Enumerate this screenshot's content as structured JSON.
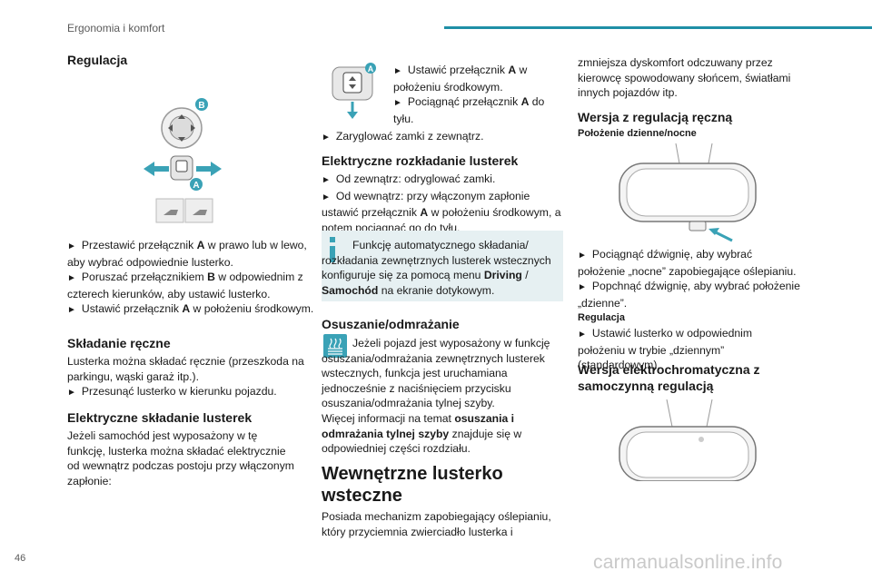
{
  "header": {
    "section": "Ergonomia i komfort"
  },
  "page_number": "46",
  "watermark": "carmanualsonline.info",
  "left": {
    "heading_regulacja": "Regulacja",
    "steps": [
      "Przestawić przełącznik ",
      "A",
      " w prawo lub w lewo, aby wybrać odpowiednie lusterko.",
      "Poruszać przełącznikiem ",
      "B",
      " w odpowiednim z czterech kierunków, aby ustawić lusterko.",
      "Ustawić przełącznik ",
      "A",
      " w położeniu środkowym."
    ],
    "heading_manual": "Składanie ręczne",
    "manual_text": "Lusterka można składać ręcznie (przeszkoda na parkingu, wąski garaż itp.).",
    "manual_step": "Przesunąć lusterko w kierunku pojazdu.",
    "heading_electric": "Elektryczne składanie lusterek",
    "electric_text": "Jeżeli samochód jest wyposażony w tę funkcję, lusterka można składać elektrycznie od wewnątrz podczas postoju przy włączonym zapłonie:",
    "label_a": "A",
    "label_b": "B"
  },
  "middle": {
    "top_step1_a": "Ustawić przełącznik ",
    "top_step1_b": "A",
    "top_step1_c": " w położeniu środkowym.",
    "top_step2_a": "Pociągnąć przełącznik ",
    "top_step2_b": "A",
    "top_step2_c": " do tyłu.",
    "lock_step": "Zaryglować zamki z zewnątrz.",
    "heading_unfold": "Elektryczne rozkładanie lusterek",
    "unfold_step1": "Od zewnątrz: odryglować zamki.",
    "unfold_step2_a": "Od wewnątrz: przy włączonym zapłonie ustawić przełącznik ",
    "unfold_step2_b": "A",
    "unfold_step2_c": " w położeniu środkowym, a potem pociągnąć go do tyłu.",
    "note_a": "Funkcję automatycznego składania/ rozkładania zewnętrznych lusterek wstecznych konfiguruje się za pomocą menu ",
    "note_b": "Driving",
    "note_c": " / ",
    "note_d": "Samochód",
    "note_e": " na ekranie dotykowym.",
    "heading_defrost": "Osuszanie/odmrażanie",
    "defrost_a": "Jeżeli pojazd jest wyposażony w funkcję osuszania/odmrażania zewnętrznych lusterek wstecznych, funkcja jest uruchamiana jednocześnie z naciśnięciem przycisku osuszania/odmrażania tylnej szyby.",
    "defrost_b": "Więcej informacji na temat ",
    "defrost_c": "osuszania i odmrażania tylnej szyby",
    "defrost_d": " znajduje się w odpowiedniej części rozdziału.",
    "heading_inner": "Wewnętrzne lusterko wsteczne",
    "inner_text": "Posiada mechanizm zapobiegający oślepianiu, który przyciemnia zwierciadło lusterka i",
    "label_a": "A"
  },
  "right": {
    "cont_text": "zmniejsza dyskomfort odczuwany przez kierowcę spowodowany słońcem, światłami innych pojazdów itp.",
    "heading_manual": "Wersja z regulacją ręczną",
    "sub_daynight": "Położenie dzienne/nocne",
    "step1": "Pociągnąć dźwignię, aby wybrać położenie „nocne” zapobiegające oślepianiu.",
    "step2": "Popchnąć dźwignię, aby wybrać położenie „dzienne”.",
    "sub_reg": "Regulacja",
    "step3": "Ustawić lusterko w odpowiednim położeniu w trybie „dziennym” (standardowym).",
    "heading_electro": "Wersja elektrochromatyczna z samoczynną regulacją"
  },
  "colors": {
    "accent": "#1f8fa6",
    "note_bg": "#e6f0f2",
    "icon_bg": "#3aa2b6"
  }
}
